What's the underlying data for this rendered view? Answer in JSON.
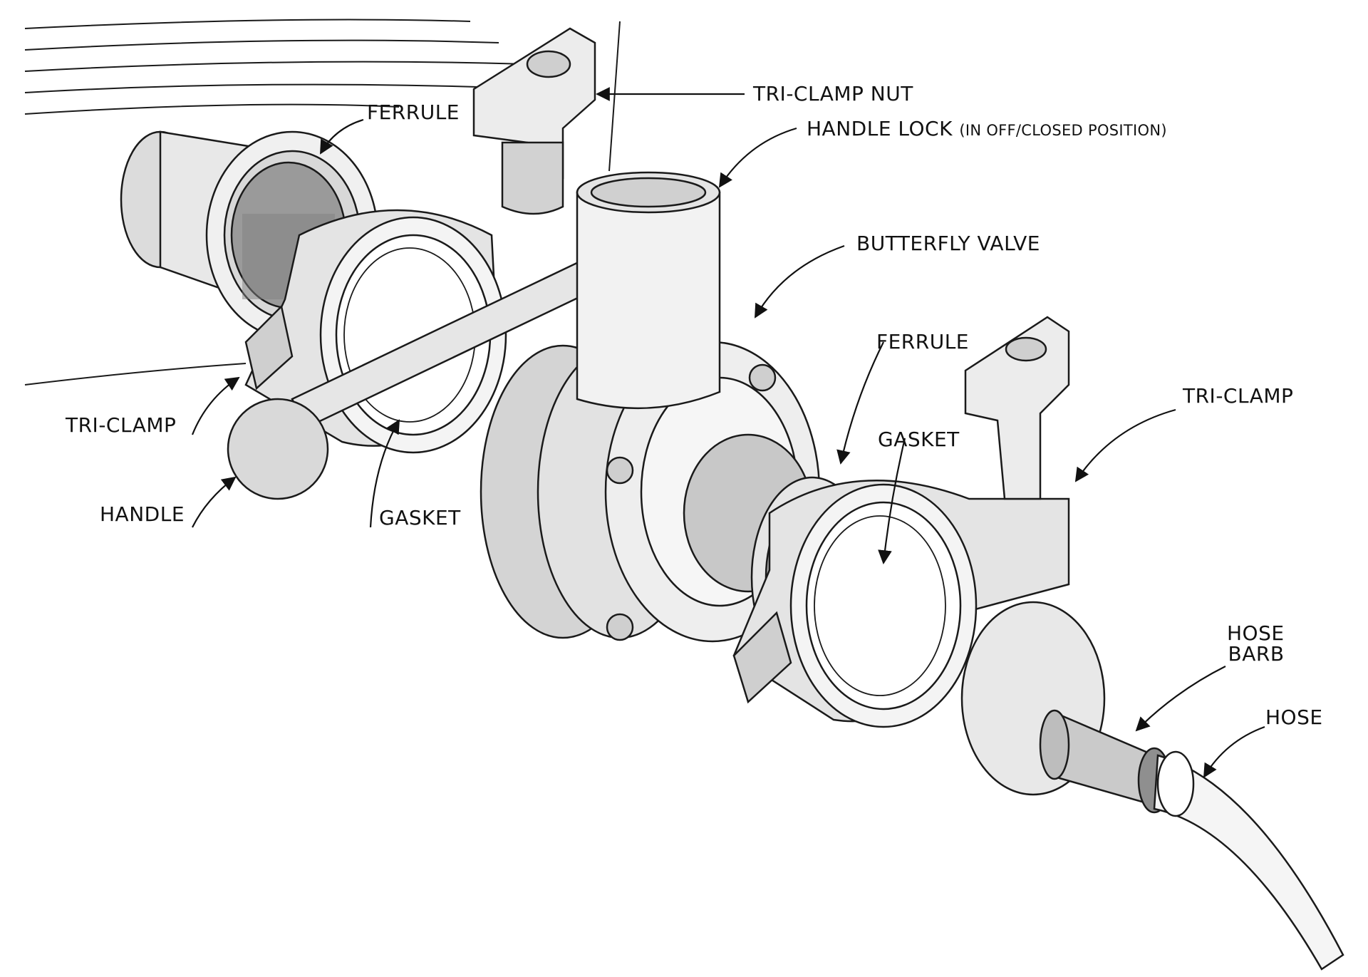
{
  "labels": {
    "tri_clamp_nut": "TRI-CLAMP NUT",
    "handle_lock": "HANDLE LOCK",
    "handle_lock_note": "(IN OFF/CLOSED POSITION)",
    "ferrule_top": "FERRULE",
    "butterfly_valve": "BUTTERFLY VALVE",
    "ferrule_mid": "FERRULE",
    "gasket_right": "GASKET",
    "tri_clamp_right": "TRI-CLAMP",
    "tri_clamp_left": "TRI-CLAMP",
    "handle": "HANDLE",
    "gasket_left": "GASKET",
    "hose_barb_line1": "HOSE",
    "hose_barb_line2": "BARB",
    "hose": "HOSE"
  },
  "colors": {
    "fill_light": "#e6e6e6",
    "fill_mid": "#bdbdbd",
    "fill_dark": "#8a8a8a",
    "stroke": "#1a1a1a"
  }
}
